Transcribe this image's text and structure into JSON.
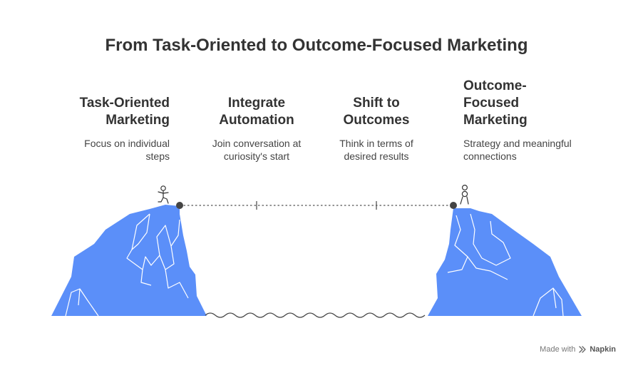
{
  "title": "From Task-Oriented to Outcome-Focused Marketing",
  "steps": [
    {
      "title_lines": [
        "Task-Oriented",
        "Marketing"
      ],
      "desc_lines": [
        "Focus on individual",
        "steps"
      ]
    },
    {
      "title_lines": [
        "Integrate",
        "Automation"
      ],
      "desc_lines": [
        "Join conversation at",
        "curiosity's start"
      ]
    },
    {
      "title_lines": [
        "Shift to",
        "Outcomes"
      ],
      "desc_lines": [
        "Think in terms of",
        "desired results"
      ]
    },
    {
      "title_lines": [
        "Outcome-",
        "Focused",
        "Marketing"
      ],
      "desc_lines": [
        "Strategy and meaningful",
        "connections"
      ]
    }
  ],
  "footer": {
    "made_with": "Made with",
    "brand": "Napkin"
  },
  "colors": {
    "cliff": "#5b8ff9",
    "cliff_line": "#ffffff",
    "dark": "#444444",
    "title": "#333333"
  },
  "icons": [
    "person-walking-icon",
    "person-standing-icon",
    "napkin-logo-icon"
  ]
}
